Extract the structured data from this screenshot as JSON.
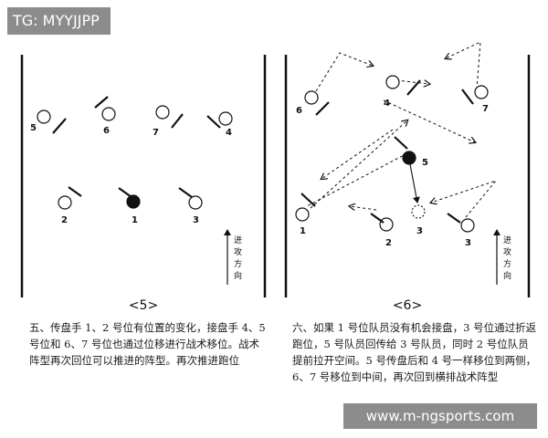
{
  "watermark": "TG: MYYJJPP",
  "site_label": "www.m-ngsports.com",
  "colors": {
    "ink": "#111111",
    "badge_bg": "#8c8c8c"
  },
  "panel5": {
    "label": "<5>",
    "players": [
      {
        "num": "5"
      },
      {
        "num": "6"
      },
      {
        "num": "7"
      },
      {
        "num": "4"
      },
      {
        "num": "2"
      },
      {
        "num": "1"
      },
      {
        "num": "3"
      }
    ],
    "direction_label": [
      "进",
      "攻",
      "方",
      "向"
    ],
    "caption": "五、传盘手 1、2 号位有位置的变化，接盘手 4、5 号位和 6、7 号位也通过位移进行战术移位。战术阵型再次回位可以推进的阵型。再次推进跑位"
  },
  "panel6": {
    "label": "<6>",
    "players": [
      {
        "num": "6"
      },
      {
        "num": "4"
      },
      {
        "num": "7"
      },
      {
        "num": "5"
      },
      {
        "num": "1"
      },
      {
        "num": "2"
      },
      {
        "num": "3"
      },
      {
        "num": "3"
      }
    ],
    "direction_label": [
      "进",
      "攻",
      "方",
      "向"
    ],
    "caption": "六、如果 1 号位队员没有机会接盘，3 号位通过折返跑位，5 号队员回传给 3 号队员，同时 2 号位队员提前拉开空间。5 号传盘后和 4 号一样移位到两侧，6、7 号移位到中间，再次回到横排战术阵型"
  }
}
